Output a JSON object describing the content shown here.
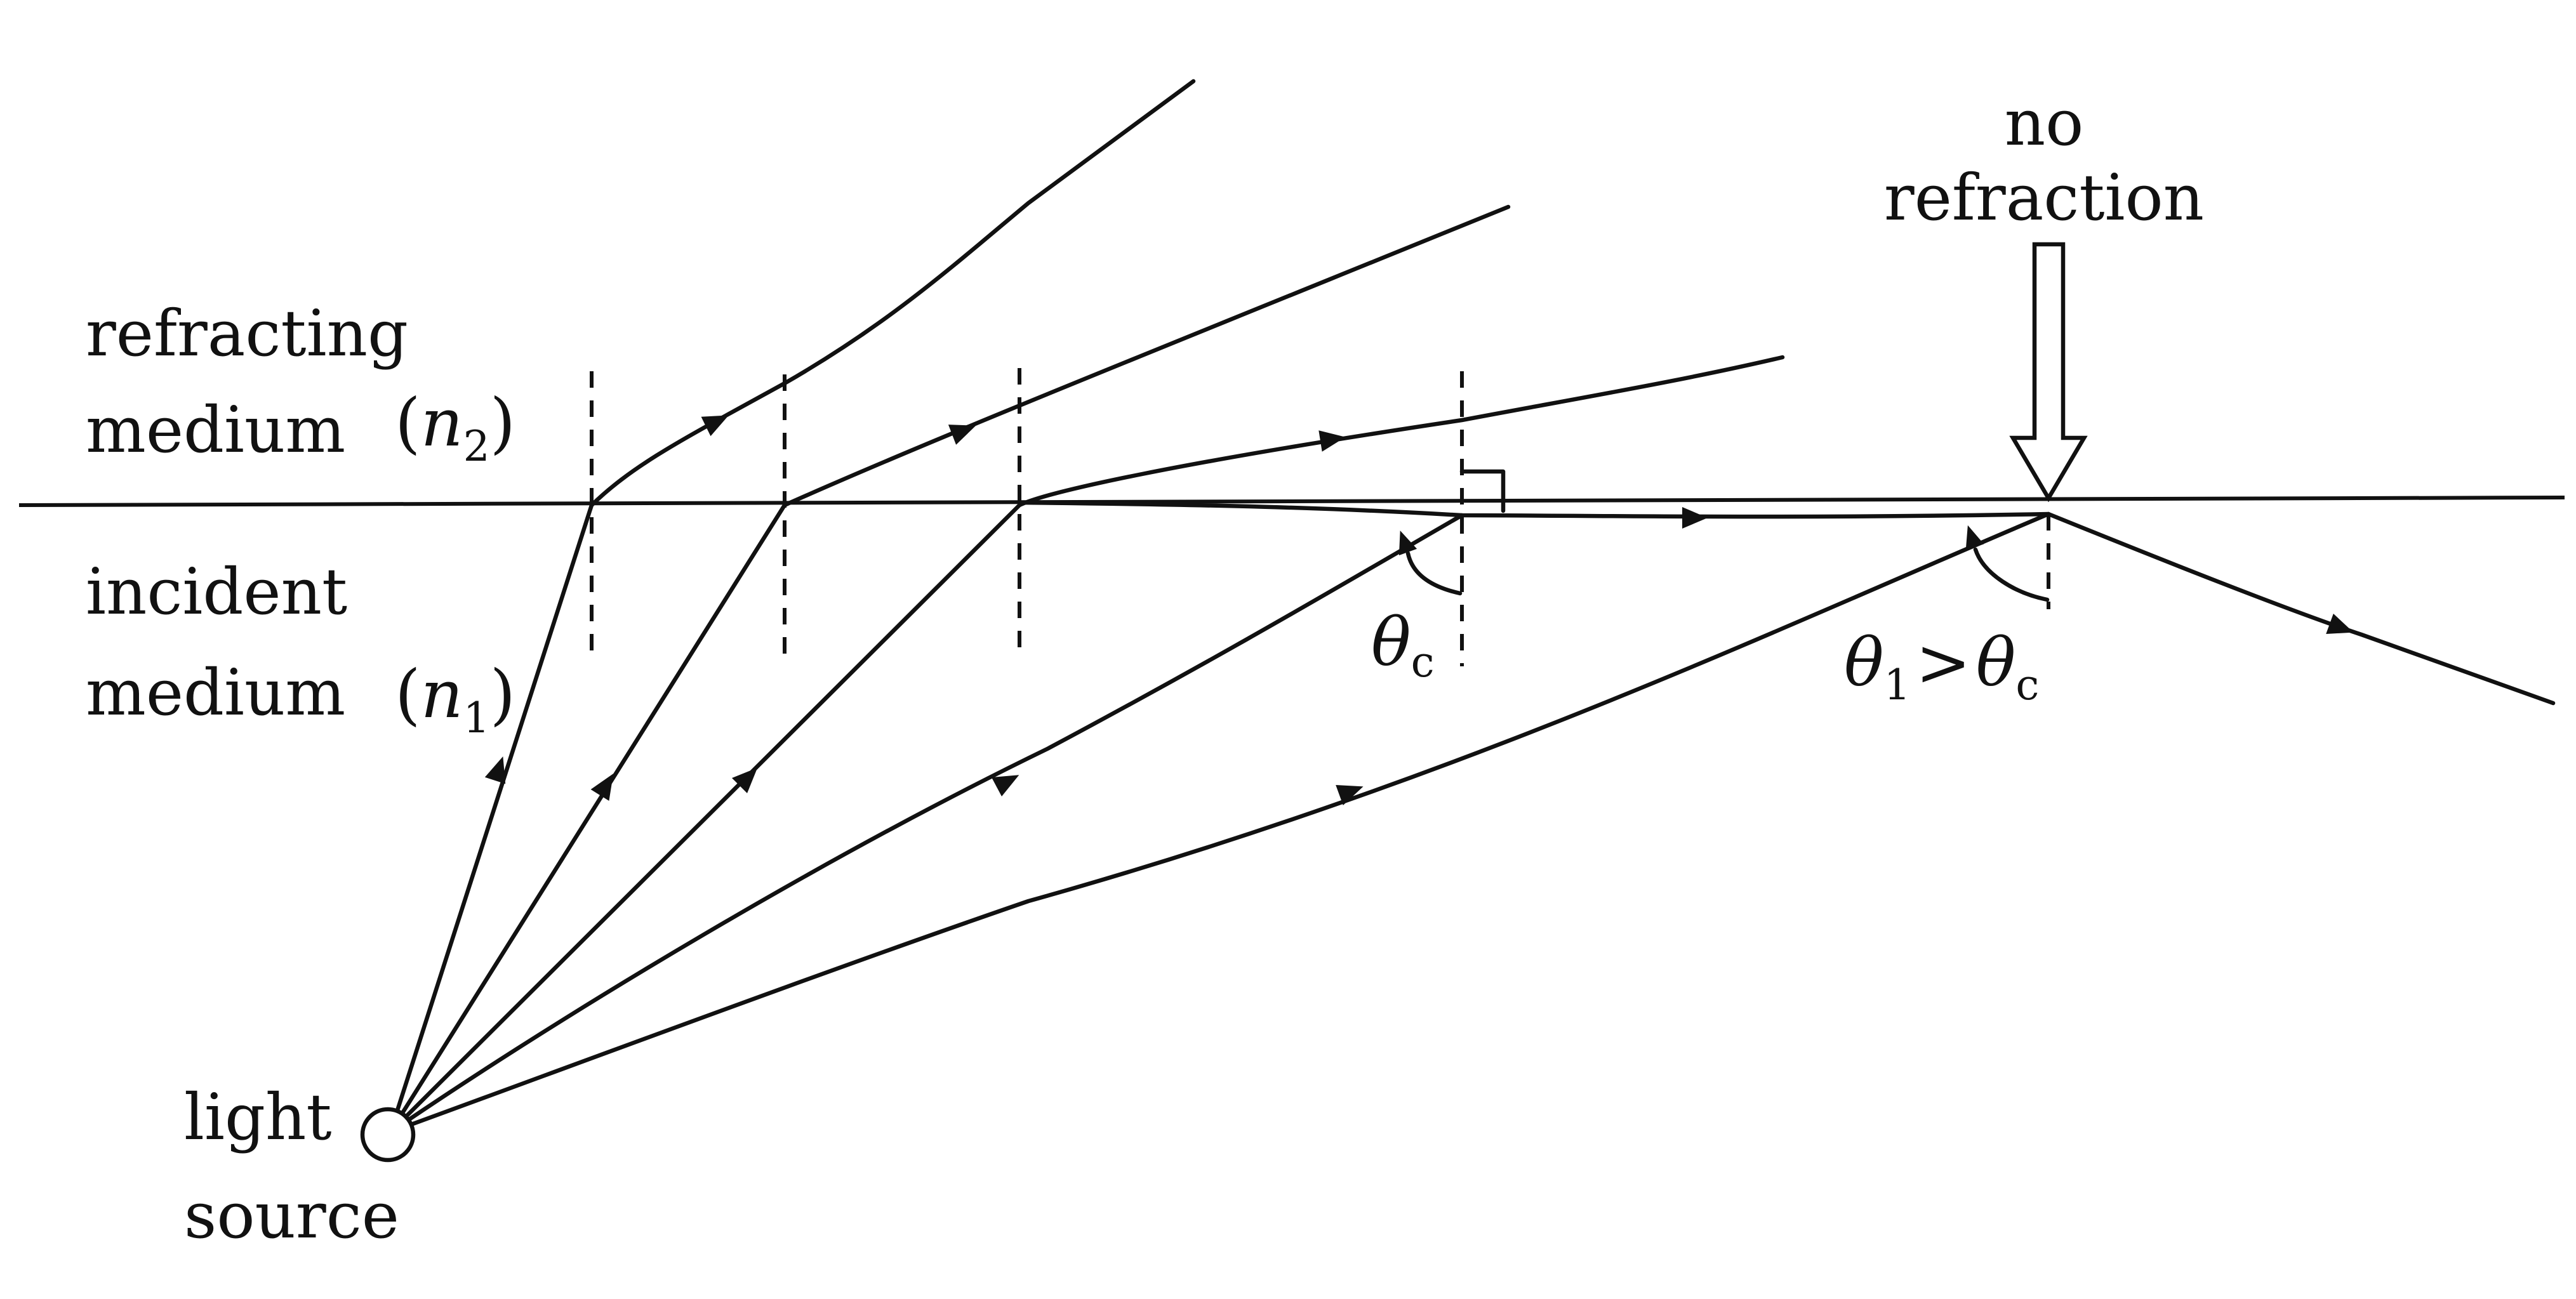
{
  "labels": {
    "refracting_line1": "refracting",
    "refracting_line2": "medium",
    "incident_line1": "incident",
    "incident_line2": "medium",
    "source_line1": "light",
    "source_line2": "source",
    "no_refraction_line1": "no",
    "no_refraction_line2": "refraction"
  },
  "symbols": {
    "n2_var": "n",
    "n2_sub": "2",
    "n1_var": "n",
    "n1_sub": "1",
    "theta": "θ",
    "theta_c_sub": "c",
    "theta_1_sub": "1",
    "greater_than": ">",
    "paren_open": "(",
    "paren_close": ")"
  },
  "colors": {
    "ink": "#111111",
    "background": "#ffffff"
  },
  "icons": {
    "source": "light-source-circle",
    "right_angle": "right-angle-marker",
    "pointer": "hollow-down-arrow"
  }
}
